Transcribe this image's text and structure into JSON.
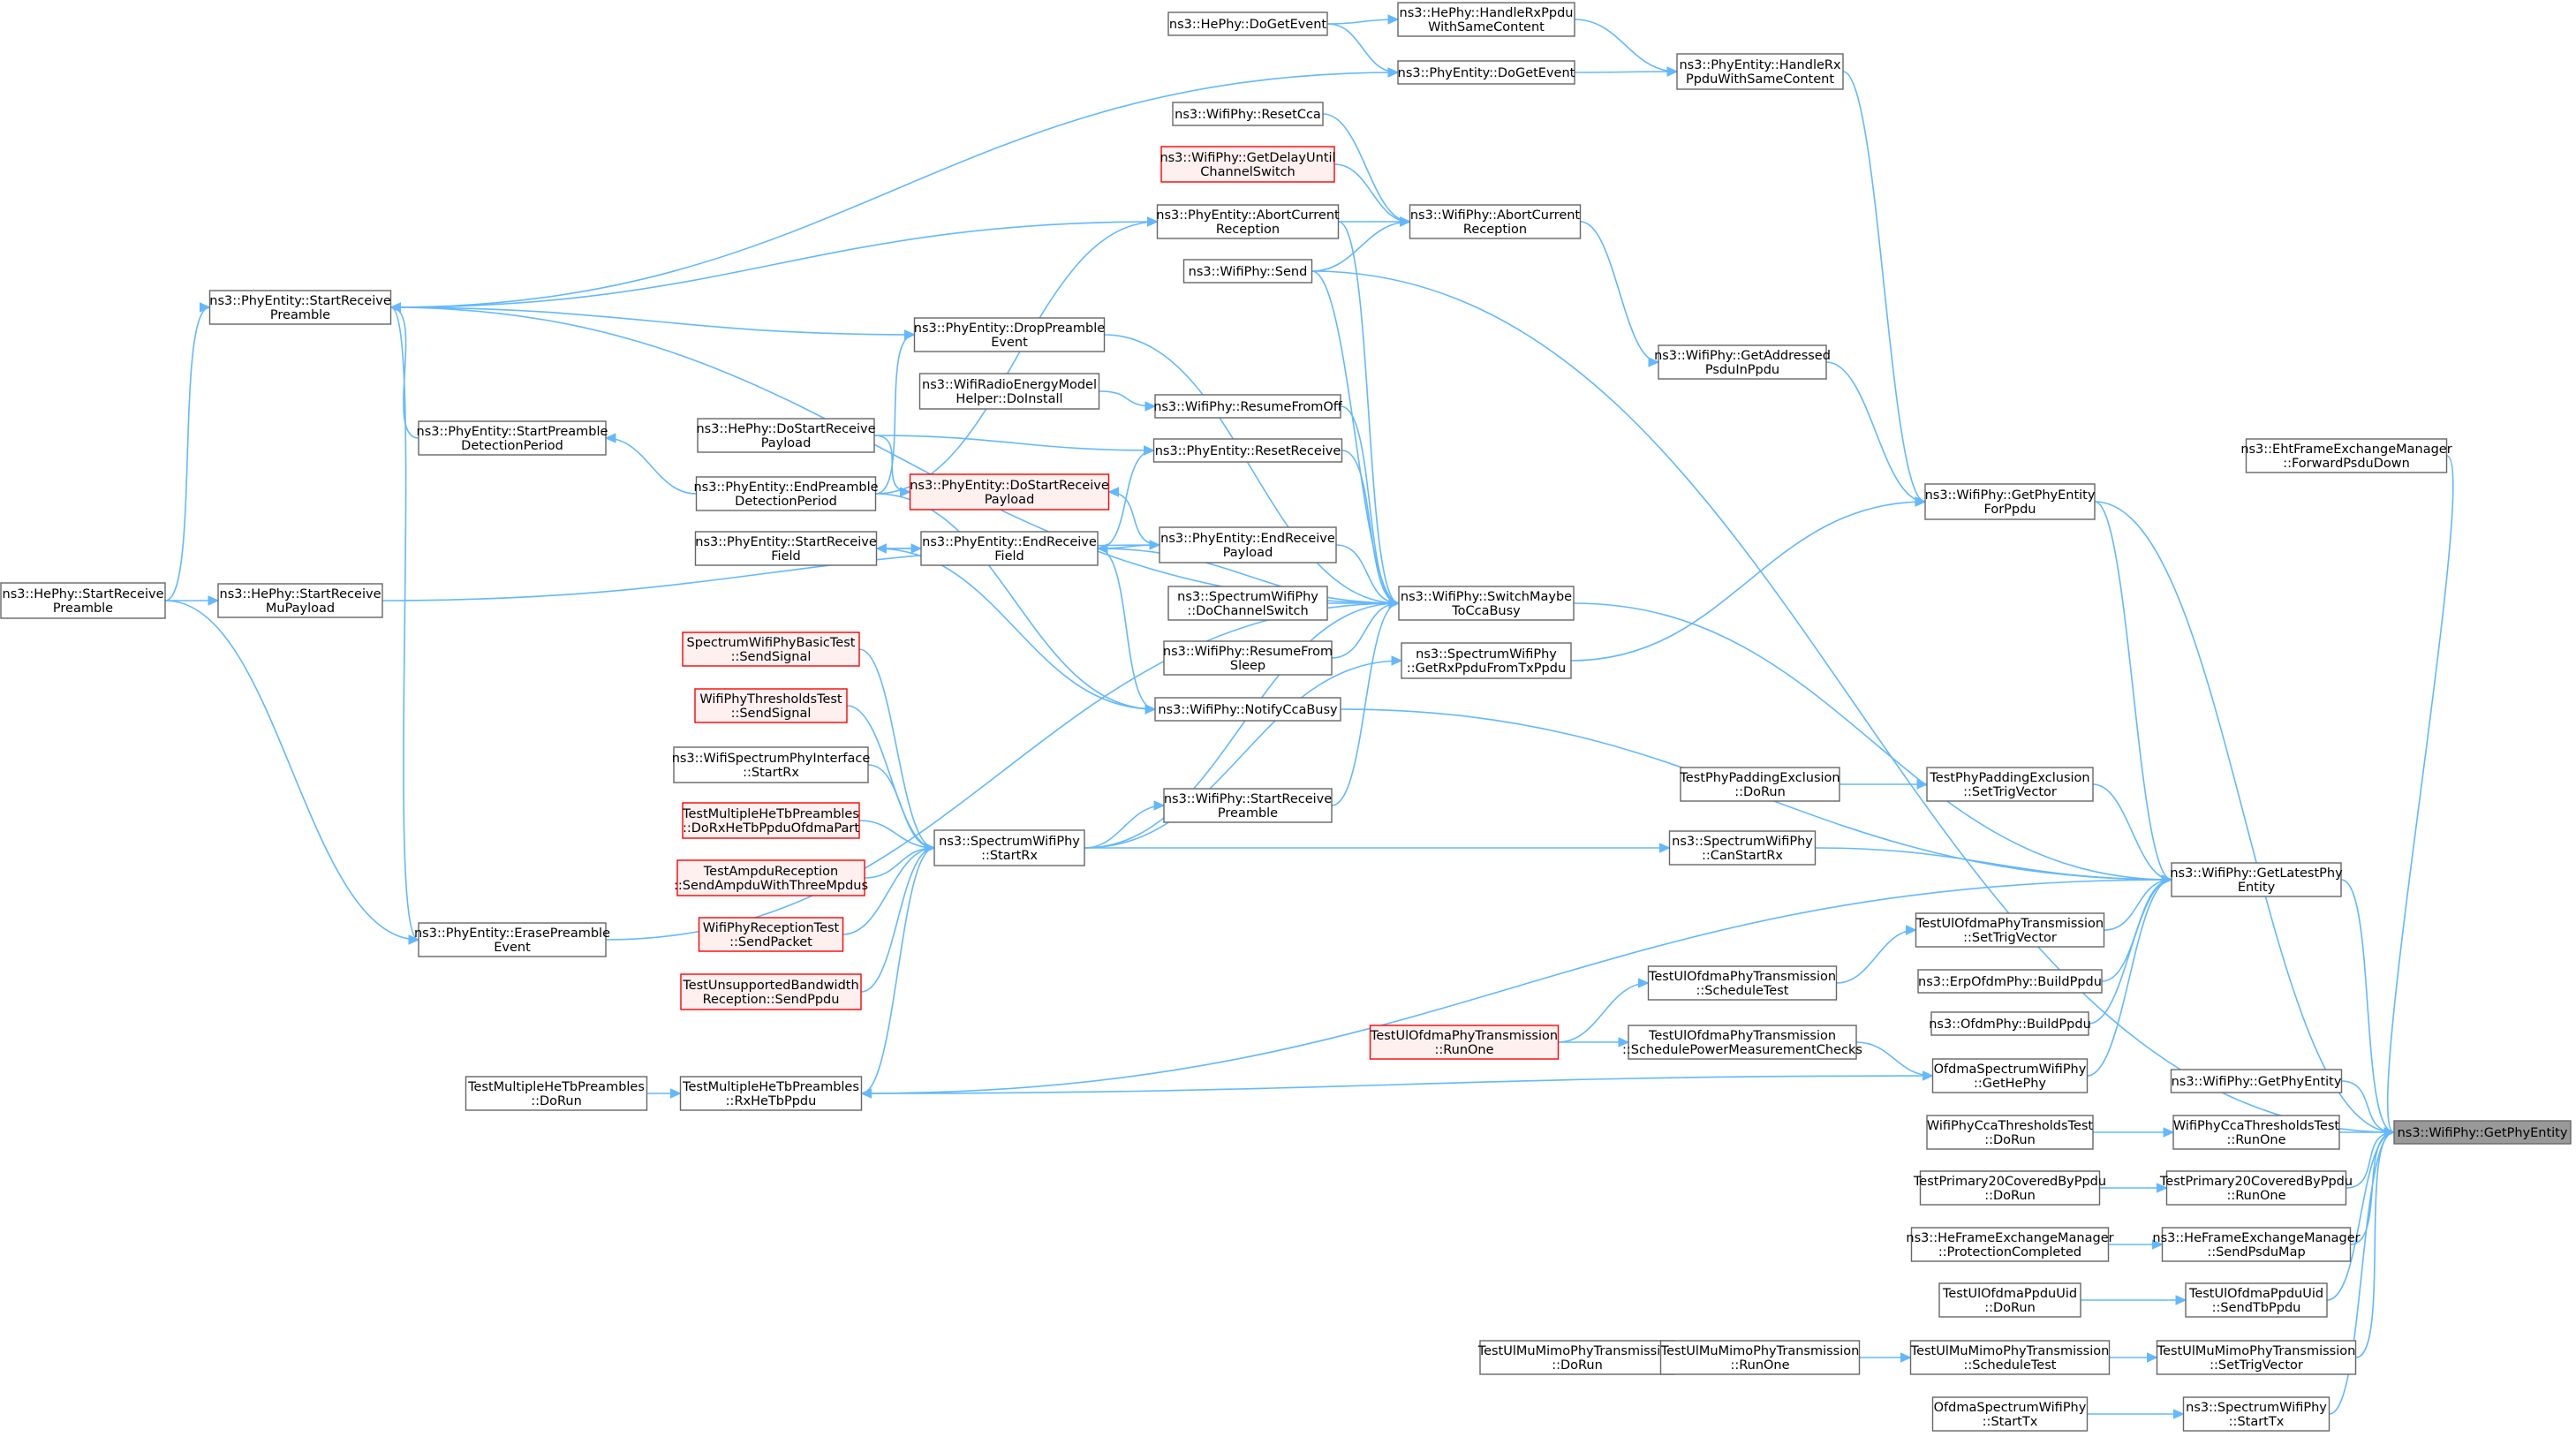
{
  "graph": {
    "title": "",
    "nodes": [
      {
        "id": "hdg",
        "lines": [
          "ns3::HePhy::DoGetEvent"
        ],
        "style": "normal"
      },
      {
        "id": "hdl",
        "lines": [
          "ns3::HePhy::HandleRxPpdu",
          "WithSameContent"
        ],
        "style": "normal"
      },
      {
        "id": "pdg",
        "lines": [
          "ns3::PhyEntity::DoGetEvent"
        ],
        "style": "normal"
      },
      {
        "id": "phr",
        "lines": [
          "ns3::PhyEntity::HandleRx",
          "PpduWithSameContent"
        ],
        "style": "normal"
      },
      {
        "id": "rcc",
        "lines": [
          "ns3::WifiPhy::ResetCca"
        ],
        "style": "normal"
      },
      {
        "id": "gdu",
        "lines": [
          "ns3::WifiPhy::GetDelayUntil",
          "ChannelSwitch"
        ],
        "style": "red"
      },
      {
        "id": "pac",
        "lines": [
          "ns3::PhyEntity::AbortCurrent",
          "Reception"
        ],
        "style": "normal"
      },
      {
        "id": "wac",
        "lines": [
          "ns3::WifiPhy::AbortCurrent",
          "Reception"
        ],
        "style": "normal"
      },
      {
        "id": "snd",
        "lines": [
          "ns3::WifiPhy::Send"
        ],
        "style": "normal"
      },
      {
        "id": "psr",
        "lines": [
          "ns3::PhyEntity::StartReceive",
          "Preamble"
        ],
        "style": "normal"
      },
      {
        "id": "dpe",
        "lines": [
          "ns3::PhyEntity::DropPreamble",
          "Event"
        ],
        "style": "normal"
      },
      {
        "id": "gap",
        "lines": [
          "ns3::WifiPhy::GetAddressed",
          "PsduInPpdu"
        ],
        "style": "normal"
      },
      {
        "id": "wrem",
        "lines": [
          "ns3::WifiRadioEnergyModel",
          "Helper::DoInstall"
        ],
        "style": "normal"
      },
      {
        "id": "rfo",
        "lines": [
          "ns3::WifiPhy::ResumeFromOff"
        ],
        "style": "normal"
      },
      {
        "id": "spd",
        "lines": [
          "ns3::PhyEntity::StartPreamble",
          "DetectionPeriod"
        ],
        "style": "normal"
      },
      {
        "id": "hdsr",
        "lines": [
          "ns3::HePhy::DoStartReceive",
          "Payload"
        ],
        "style": "normal"
      },
      {
        "id": "prr",
        "lines": [
          "ns3::PhyEntity::ResetReceive"
        ],
        "style": "normal"
      },
      {
        "id": "efp",
        "lines": [
          "ns3::EhtFrameExchangeManager",
          "::ForwardPsduDown"
        ],
        "style": "normal"
      },
      {
        "id": "epd",
        "lines": [
          "ns3::PhyEntity::EndPreamble",
          "DetectionPeriod"
        ],
        "style": "normal"
      },
      {
        "id": "pdsr",
        "lines": [
          "ns3::PhyEntity::DoStartReceive",
          "Payload"
        ],
        "style": "red"
      },
      {
        "id": "gpe",
        "lines": [
          "ns3::WifiPhy::GetPhyEntity",
          "ForPpdu"
        ],
        "style": "normal"
      },
      {
        "id": "psrf",
        "lines": [
          "ns3::PhyEntity::StartReceive",
          "Field"
        ],
        "style": "normal"
      },
      {
        "id": "perf",
        "lines": [
          "ns3::PhyEntity::EndReceive",
          "Field"
        ],
        "style": "normal"
      },
      {
        "id": "perp",
        "lines": [
          "ns3::PhyEntity::EndReceive",
          "Payload"
        ],
        "style": "normal"
      },
      {
        "id": "hsrp",
        "lines": [
          "ns3::HePhy::StartReceive",
          "Preamble"
        ],
        "style": "normal"
      },
      {
        "id": "hsmp",
        "lines": [
          "ns3::HePhy::StartReceive",
          "MuPayload"
        ],
        "style": "normal"
      },
      {
        "id": "sdcs",
        "lines": [
          "ns3::SpectrumWifiPhy",
          "::DoChannelSwitch"
        ],
        "style": "normal"
      },
      {
        "id": "smb",
        "lines": [
          "ns3::WifiPhy::SwitchMaybe",
          "ToCcaBusy"
        ],
        "style": "normal"
      },
      {
        "id": "rfs",
        "lines": [
          "ns3::WifiPhy::ResumeFrom",
          "Sleep"
        ],
        "style": "normal"
      },
      {
        "id": "grx",
        "lines": [
          "ns3::SpectrumWifiPhy",
          "::GetRxPpduFromTxPpdu"
        ],
        "style": "normal"
      },
      {
        "id": "sbt",
        "lines": [
          "SpectrumWifiPhyBasicTest",
          "::SendSignal"
        ],
        "style": "red"
      },
      {
        "id": "wtt",
        "lines": [
          "WifiPhyThresholdsTest",
          "::SendSignal"
        ],
        "style": "red"
      },
      {
        "id": "ncb",
        "lines": [
          "ns3::WifiPhy::NotifyCcaBusy"
        ],
        "style": "normal"
      },
      {
        "id": "wspi",
        "lines": [
          "ns3::WifiSpectrumPhyInterface",
          "::StartRx"
        ],
        "style": "normal"
      },
      {
        "id": "tpdr",
        "lines": [
          "TestPhyPaddingExclusion",
          "::DoRun"
        ],
        "style": "normal"
      },
      {
        "id": "tpst",
        "lines": [
          "TestPhyPaddingExclusion",
          "::SetTrigVector"
        ],
        "style": "normal"
      },
      {
        "id": "wsrp",
        "lines": [
          "ns3::WifiPhy::StartReceive",
          "Preamble"
        ],
        "style": "normal"
      },
      {
        "id": "tmho",
        "lines": [
          "TestMultipleHeTbPreambles",
          "::DoRxHeTbPpduOfdmaPart"
        ],
        "style": "red"
      },
      {
        "id": "ssr",
        "lines": [
          "ns3::SpectrumWifiPhy",
          "::StartRx"
        ],
        "style": "normal"
      },
      {
        "id": "scsr",
        "lines": [
          "ns3::SpectrumWifiPhy",
          "::CanStartRx"
        ],
        "style": "normal"
      },
      {
        "id": "tar",
        "lines": [
          "TestAmpduReception",
          "::SendAmpduWithThreeMpdus"
        ],
        "style": "red"
      },
      {
        "id": "glp",
        "lines": [
          "ns3::WifiPhy::GetLatestPhy",
          "Entity"
        ],
        "style": "normal"
      },
      {
        "id": "uost",
        "lines": [
          "TestUlOfdmaPhyTransmission",
          "::SetTrigVector"
        ],
        "style": "normal"
      },
      {
        "id": "wrt",
        "lines": [
          "WifiPhyReceptionTest",
          "::SendPacket"
        ],
        "style": "red"
      },
      {
        "id": "epe",
        "lines": [
          "ns3::PhyEntity::ErasePreamble",
          "Event"
        ],
        "style": "normal"
      },
      {
        "id": "uosc",
        "lines": [
          "TestUlOfdmaPhyTransmission",
          "::ScheduleTest"
        ],
        "style": "normal"
      },
      {
        "id": "eobp",
        "lines": [
          "ns3::ErpOfdmPhy::BuildPpdu"
        ],
        "style": "normal"
      },
      {
        "id": "tub",
        "lines": [
          "TestUnsupportedBandwidth",
          "Reception::SendPpdu"
        ],
        "style": "red"
      },
      {
        "id": "obp",
        "lines": [
          "ns3::OfdmPhy::BuildPpdu"
        ],
        "style": "normal"
      },
      {
        "id": "uoro",
        "lines": [
          "TestUlOfdmaPhyTransmission",
          "::RunOne"
        ],
        "style": "red"
      },
      {
        "id": "uosp",
        "lines": [
          "TestUlOfdmaPhyTransmission",
          "::SchedulePowerMeasurementChecks"
        ],
        "style": "normal"
      },
      {
        "id": "tmhd",
        "lines": [
          "TestMultipleHeTbPreambles",
          "::DoRun"
        ],
        "style": "normal"
      },
      {
        "id": "tmhr",
        "lines": [
          "TestMultipleHeTbPreambles",
          "::RxHeTbPpdu"
        ],
        "style": "normal"
      },
      {
        "id": "osgh",
        "lines": [
          "OfdmaSpectrumWifiPhy",
          "::GetHePhy"
        ],
        "style": "normal"
      },
      {
        "id": "wgpe",
        "lines": [
          "ns3::WifiPhy::GetPhyEntity"
        ],
        "style": "normal"
      },
      {
        "id": "sel",
        "lines": [
          "ns3::WifiPhy::GetPhyEntity"
        ],
        "style": "selected"
      },
      {
        "id": "cctd",
        "lines": [
          "WifiPhyCcaThresholdsTest",
          "::DoRun"
        ],
        "style": "normal"
      },
      {
        "id": "ccto",
        "lines": [
          "WifiPhyCcaThresholdsTest",
          "::RunOne"
        ],
        "style": "normal"
      },
      {
        "id": "p20d",
        "lines": [
          "TestPrimary20CoveredByPpdu",
          "::DoRun"
        ],
        "style": "normal"
      },
      {
        "id": "p20o",
        "lines": [
          "TestPrimary20CoveredByPpdu",
          "::RunOne"
        ],
        "style": "normal"
      },
      {
        "id": "hfpc",
        "lines": [
          "ns3::HeFrameExchangeManager",
          "::ProtectionCompleted"
        ],
        "style": "normal"
      },
      {
        "id": "hfsp",
        "lines": [
          "ns3::HeFrameExchangeManager",
          "::SendPsduMap"
        ],
        "style": "normal"
      },
      {
        "id": "uopd",
        "lines": [
          "TestUlOfdmaPpduUid",
          "::DoRun"
        ],
        "style": "normal"
      },
      {
        "id": "uopt",
        "lines": [
          "TestUlOfdmaPpduUid",
          "::SendTbPpdu"
        ],
        "style": "normal"
      },
      {
        "id": "umdr",
        "lines": [
          "TestUlMuMimoPhyTransmission",
          "::DoRun"
        ],
        "style": "normal"
      },
      {
        "id": "umro",
        "lines": [
          "TestUlMuMimoPhyTransmission",
          "::RunOne"
        ],
        "style": "normal"
      },
      {
        "id": "umsc",
        "lines": [
          "TestUlMuMimoPhyTransmission",
          "::ScheduleTest"
        ],
        "style": "normal"
      },
      {
        "id": "umst",
        "lines": [
          "TestUlMuMimoPhyTransmission",
          "::SetTrigVector"
        ],
        "style": "normal"
      },
      {
        "id": "osst",
        "lines": [
          "OfdmaSpectrumWifiPhy",
          "::StartTx"
        ],
        "style": "normal"
      },
      {
        "id": "sstx",
        "lines": [
          "ns3::SpectrumWifiPhy",
          "::StartTx"
        ],
        "style": "normal"
      }
    ],
    "edges": [
      [
        "hdg",
        "hdl"
      ],
      [
        "hdg",
        "pdg"
      ],
      [
        "hdl",
        "phr"
      ],
      [
        "pdg",
        "phr"
      ],
      [
        "psr",
        "pdg"
      ],
      [
        "rcc",
        "wac"
      ],
      [
        "gdu",
        "wac"
      ],
      [
        "pac",
        "wac"
      ],
      [
        "snd",
        "wac"
      ],
      [
        "psr",
        "pac"
      ],
      [
        "wac",
        "gap"
      ],
      [
        "phr",
        "gpe"
      ],
      [
        "gap",
        "gpe"
      ],
      [
        "grx",
        "gpe"
      ],
      [
        "gpe",
        "sel"
      ],
      [
        "efp",
        "sel"
      ],
      [
        "glp",
        "sel"
      ],
      [
        "wgpe",
        "sel"
      ],
      [
        "ccto",
        "sel"
      ],
      [
        "p20o",
        "sel"
      ],
      [
        "hfsp",
        "sel"
      ],
      [
        "uopt",
        "sel"
      ],
      [
        "umst",
        "sel"
      ],
      [
        "sstx",
        "sel"
      ],
      [
        "snd",
        "sel"
      ],
      [
        "gpe",
        "glp"
      ],
      [
        "tpst",
        "glp"
      ],
      [
        "scsr",
        "glp"
      ],
      [
        "uost",
        "glp"
      ],
      [
        "eobp",
        "glp"
      ],
      [
        "obp",
        "glp"
      ],
      [
        "osgh",
        "glp"
      ],
      [
        "tmhr",
        "glp"
      ],
      [
        "ncb",
        "glp"
      ],
      [
        "smb",
        "glp"
      ],
      [
        "wrem",
        "rfo"
      ],
      [
        "hdsr",
        "prr"
      ],
      [
        "epd",
        "pac"
      ],
      [
        "perf",
        "prr"
      ],
      [
        "perf",
        "psrf"
      ],
      [
        "psrf",
        "perf"
      ],
      [
        "perp",
        "perf"
      ],
      [
        "snd",
        "smb"
      ],
      [
        "pac",
        "smb"
      ],
      [
        "dpe",
        "smb"
      ],
      [
        "rfo",
        "smb"
      ],
      [
        "prr",
        "smb"
      ],
      [
        "perp",
        "smb"
      ],
      [
        "sdcs",
        "smb"
      ],
      [
        "rfs",
        "smb"
      ],
      [
        "wsrp",
        "smb"
      ],
      [
        "ssr",
        "smb"
      ],
      [
        "epe",
        "smb"
      ],
      [
        "perf",
        "smb"
      ],
      [
        "psr",
        "smb"
      ],
      [
        "ssr",
        "wsrp"
      ],
      [
        "ssr",
        "grx"
      ],
      [
        "ssr",
        "scsr"
      ],
      [
        "sbt",
        "ssr"
      ],
      [
        "wtt",
        "ssr"
      ],
      [
        "wspi",
        "ssr"
      ],
      [
        "tmho",
        "ssr"
      ],
      [
        "tar",
        "ssr"
      ],
      [
        "wrt",
        "ssr"
      ],
      [
        "tub",
        "ssr"
      ],
      [
        "tmhr",
        "ssr"
      ],
      [
        "psrf",
        "ncb"
      ],
      [
        "perf",
        "ncb"
      ],
      [
        "epd",
        "ncb"
      ],
      [
        "hsrp",
        "psr"
      ],
      [
        "spd",
        "psr"
      ],
      [
        "psr",
        "dpe"
      ],
      [
        "epd",
        "dpe"
      ],
      [
        "epd",
        "spd"
      ],
      [
        "hdsr",
        "pdsr"
      ],
      [
        "perp",
        "pdsr"
      ],
      [
        "hsrp",
        "hsmp"
      ],
      [
        "hsmp",
        "perp"
      ],
      [
        "hsrp",
        "epe"
      ],
      [
        "epe",
        "psr"
      ],
      [
        "tpdr",
        "tpst"
      ],
      [
        "uosc",
        "uost"
      ],
      [
        "uoro",
        "uosc"
      ],
      [
        "uoro",
        "uosp"
      ],
      [
        "uosp",
        "osgh"
      ],
      [
        "osgh",
        "tmhr"
      ],
      [
        "tmhd",
        "tmhr"
      ],
      [
        "cctd",
        "ccto"
      ],
      [
        "p20d",
        "p20o"
      ],
      [
        "hfpc",
        "hfsp"
      ],
      [
        "uopd",
        "uopt"
      ],
      [
        "umdr",
        "umro"
      ],
      [
        "umro",
        "umsc"
      ],
      [
        "umsc",
        "umst"
      ],
      [
        "osst",
        "sstx"
      ]
    ]
  }
}
